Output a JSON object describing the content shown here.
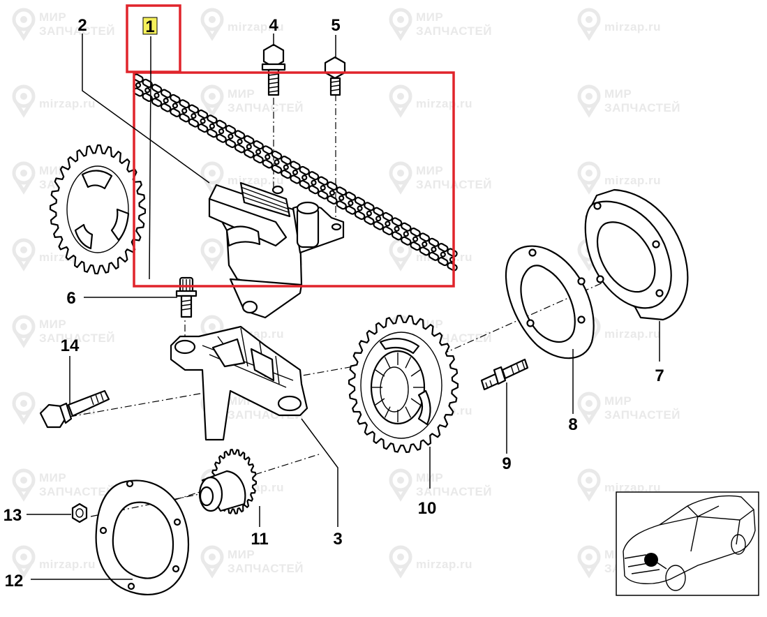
{
  "watermark": {
    "brand_top": "МИР",
    "brand_bottom": "ЗАПЧАСТЕЙ",
    "site": "mirzap.ru"
  },
  "callouts": [
    {
      "id": "1",
      "label": "1",
      "highlighted": true
    },
    {
      "id": "2",
      "label": "2"
    },
    {
      "id": "3",
      "label": "3"
    },
    {
      "id": "4",
      "label": "4"
    },
    {
      "id": "5",
      "label": "5"
    },
    {
      "id": "6",
      "label": "6"
    },
    {
      "id": "7",
      "label": "7"
    },
    {
      "id": "8",
      "label": "8"
    },
    {
      "id": "9",
      "label": "9"
    },
    {
      "id": "10",
      "label": "10"
    },
    {
      "id": "11",
      "label": "11"
    },
    {
      "id": "12",
      "label": "12"
    },
    {
      "id": "13",
      "label": "13"
    },
    {
      "id": "14",
      "label": "14"
    }
  ],
  "colors": {
    "highlight_frame": "#e0242b",
    "label_highlight": "#f5f05a",
    "line": "#000000",
    "watermark": "#e9e9e9"
  }
}
